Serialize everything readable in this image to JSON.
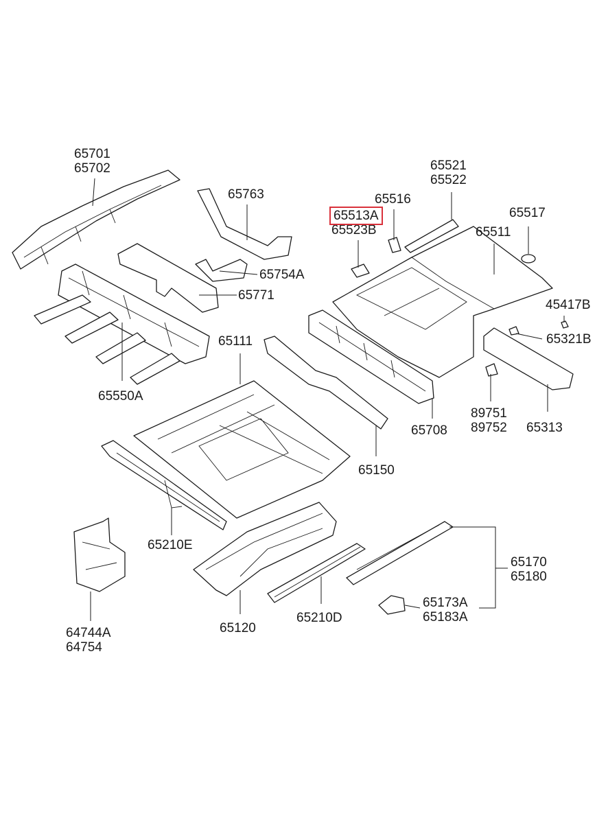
{
  "labels": {
    "p65701": "65701",
    "p65702": "65702",
    "p65763": "65763",
    "p65754A": "65754A",
    "p65771": "65771",
    "p65550A": "65550A",
    "p65521": "65521",
    "p65522": "65522",
    "p65516": "65516",
    "p65513A": "65513A",
    "p65523B": "65523B",
    "p65517": "65517",
    "p65511": "65511",
    "p45417B": "45417B",
    "p65321B": "65321B",
    "p65111": "65111",
    "p65708": "65708",
    "p65150": "65150",
    "p89751": "89751",
    "p89752": "89752",
    "p65313": "65313",
    "p65210E": "65210E",
    "p64744A": "64744A",
    "p64754": "64754",
    "p65120": "65120",
    "p65210D": "65210D",
    "p65170": "65170",
    "p65180": "65180",
    "p65173A": "65173A",
    "p65183A": "65183A"
  },
  "highlight_color": "#d9303a",
  "highlighted_part": "65513A"
}
